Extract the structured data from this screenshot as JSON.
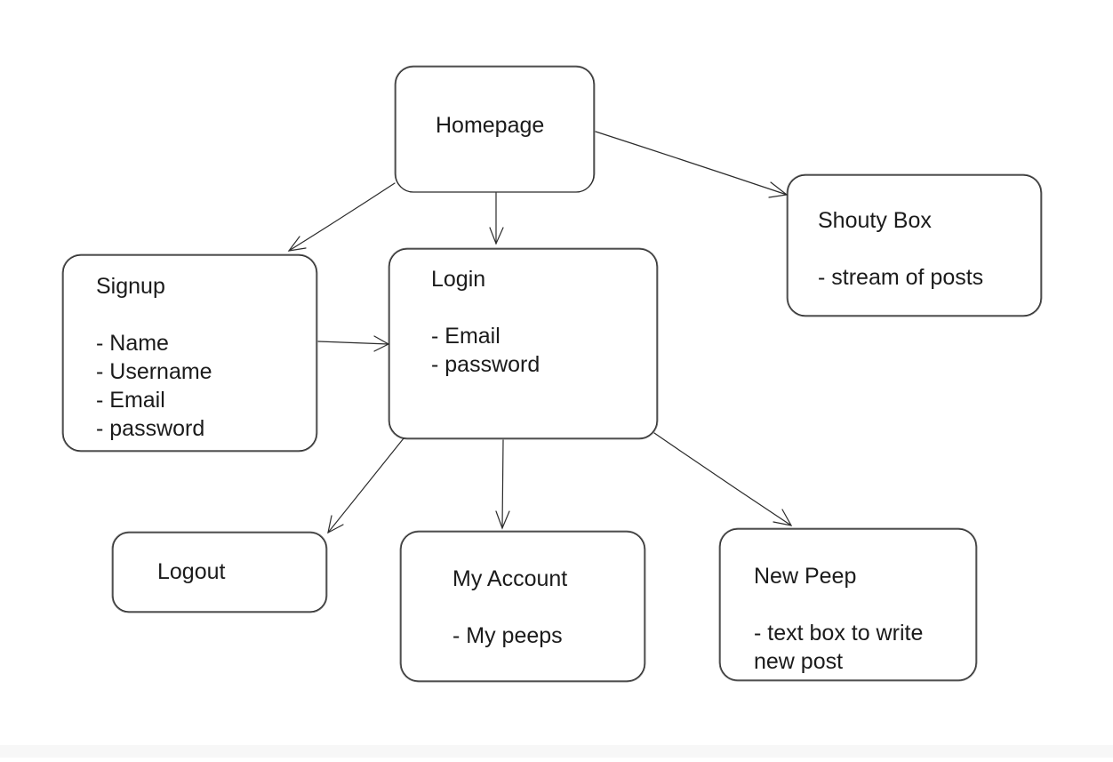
{
  "nodes": {
    "homepage": {
      "title": "Homepage",
      "items": []
    },
    "shouty_box": {
      "title": "Shouty Box",
      "items": [
        "- stream of posts"
      ]
    },
    "signup": {
      "title": "Signup",
      "items": [
        "- Name",
        "- Username",
        "- Email",
        "- password"
      ]
    },
    "login": {
      "title": "Login",
      "items": [
        "- Email",
        "- password"
      ]
    },
    "logout": {
      "title": "Logout",
      "items": []
    },
    "my_account": {
      "title": "My Account",
      "items": [
        "- My peeps"
      ]
    },
    "new_peep": {
      "title": "New Peep",
      "items": [
        "- text box to write",
        "new post"
      ]
    }
  },
  "edges": [
    {
      "from": "homepage",
      "to": "signup"
    },
    {
      "from": "homepage",
      "to": "login"
    },
    {
      "from": "homepage",
      "to": "shouty_box"
    },
    {
      "from": "signup",
      "to": "login"
    },
    {
      "from": "login",
      "to": "logout"
    },
    {
      "from": "login",
      "to": "my_account"
    },
    {
      "from": "login",
      "to": "new_peep"
    }
  ]
}
